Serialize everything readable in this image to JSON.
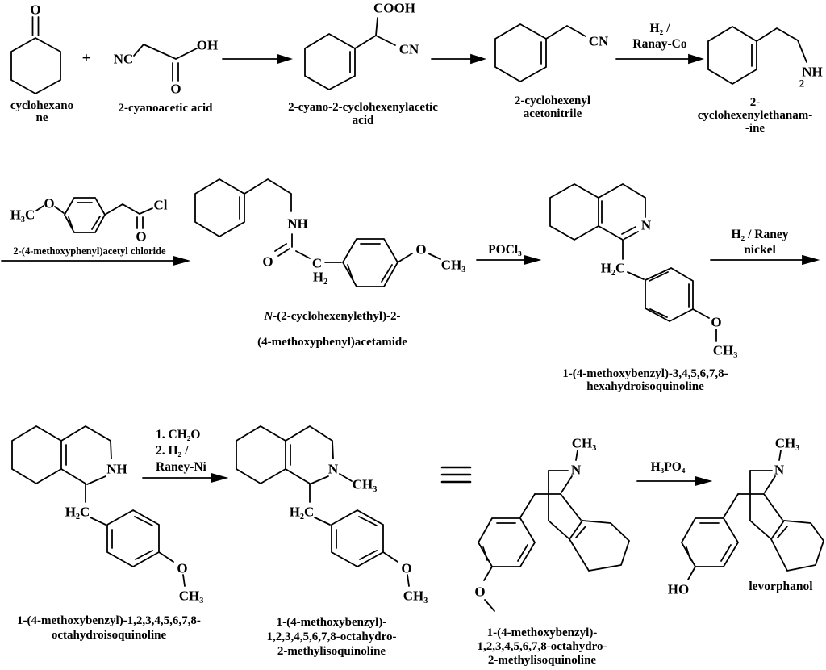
{
  "colors": {
    "ink": "#000000",
    "paper": "#ffffff"
  },
  "operators": {
    "plus": "+"
  },
  "reagents": {
    "hydrogen_raney_cobalt": "H₂ /\nRanay-Co",
    "pocl3": "POCl₃",
    "hydrogen_raney_nickel": "H₂ / Raney\nnickel",
    "ch2o_then_h2_raney_ni": "1. CH₂O\n2. H₂ /\nRaney-Ni",
    "h3po4": "H₃PO₄"
  },
  "compounds": {
    "cyclohexanone": {
      "name": "cyclohexano\nne",
      "atoms": {
        "o": "O"
      }
    },
    "cyanoacetic_acid": {
      "name": "2-cyanoacetic acid",
      "atoms": {
        "nc": "NC",
        "oh": "OH",
        "o": "O"
      }
    },
    "cyano_cyclohexenylacetic_acid": {
      "name": "2-cyano-2-cyclohexenylacetic\nacid",
      "atoms": {
        "cooh": "COOH",
        "cn": "CN"
      }
    },
    "cyclohexenyl_acetonitrile": {
      "name": "2-cyclohexenyl\nacetonitrile",
      "atoms": {
        "cn": "CN"
      }
    },
    "cyclohexenylethanamine": {
      "name": "2-\ncyclohexenylethanam-\n-ine",
      "atoms": {
        "nh": "NH",
        "sub2": "2"
      }
    },
    "methoxyphenylacetyl_chloride": {
      "name": "2-(4-methoxyphenyl)acetyl chloride",
      "atoms": {
        "h3c": "H₃C",
        "o_ether": "O",
        "cl": "Cl",
        "o_carbonyl": "O"
      }
    },
    "acetamide": {
      "name_italic": "N",
      "name_line1_rest": "-(2-cyclohexenylethyl)-2-",
      "name_line2": "(4-methoxyphenyl)acetamide",
      "atoms": {
        "nh": "NH",
        "o_carbonyl": "O",
        "c": "C",
        "h2": "H₂",
        "o_ether": "O",
        "ch3": "CH₃"
      }
    },
    "hexahydroisoquinoline": {
      "name": "1-(4-methoxybenzyl)-3,4,5,6,7,8-\nhexahydroisoquinoline",
      "atoms": {
        "n": "N",
        "h2c": "H₂C",
        "o": "O",
        "ch3": "CH₃"
      }
    },
    "octahydroisoquinoline": {
      "name": "1-(4-methoxybenzyl)-1,2,3,4,5,6,7,8-\noctahydroisoquinoline",
      "atoms": {
        "nh": "NH",
        "h2c": "H₂C",
        "o": "O",
        "ch3": "CH₃"
      }
    },
    "methylisoquinoline": {
      "name": "1-(4-methoxybenzyl)-\n1,2,3,4,5,6,7,8-octahydro-\n2-methylisoquinoline",
      "atoms": {
        "n": "N",
        "nch3": "CH₃",
        "h2c": "H₂C",
        "o": "O",
        "ch3": "CH₃"
      }
    },
    "methylisoquinoline_alt_view": {
      "name": "1-(4-methoxybenzyl)-\n1,2,3,4,5,6,7,8-octahydro-\n2-methylisoquinoline",
      "atoms": {
        "ch3": "CH₃",
        "n": "N",
        "o": "O"
      }
    },
    "levorphanol": {
      "name": "levorphanol",
      "atoms": {
        "ch3": "CH₃",
        "n": "N",
        "ho": "HO"
      }
    }
  }
}
